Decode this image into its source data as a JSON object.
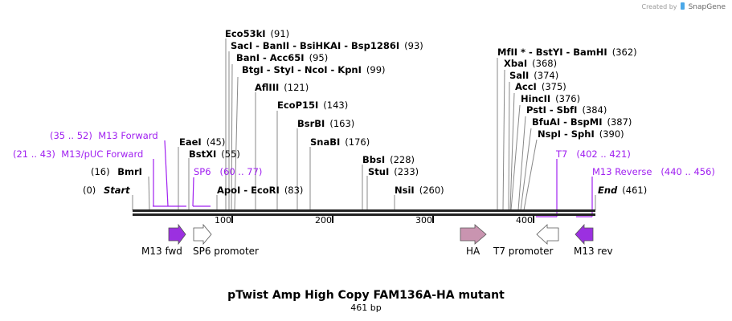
{
  "credit": {
    "prefix": "Created by",
    "brand": "SnapGene"
  },
  "map": {
    "title": "pTwist Amp High Copy FAM136A-HA mutant",
    "length_label": "461 bp",
    "length_bp": 461,
    "ticks": [
      "100",
      "200",
      "300",
      "400"
    ],
    "ends": [
      {
        "pos": "(0)",
        "name": "Start"
      },
      {
        "pos": "(461)",
        "name": "End"
      }
    ],
    "sites": [
      {
        "names": "Eco53kI",
        "pos": "(91)"
      },
      {
        "names": "SacI  -  BanII  -  BsiHKAI  -  Bsp1286I",
        "pos": "(93)"
      },
      {
        "names": "BanI  -  Acc65I",
        "pos": "(95)"
      },
      {
        "names": "BtgI  -  StyI  -  NcoI  -  KpnI",
        "pos": "(99)"
      },
      {
        "names": "AflIII",
        "pos": "(121)"
      },
      {
        "names": "EcoP15I",
        "pos": "(143)"
      },
      {
        "names": "BsrBI",
        "pos": "(163)"
      },
      {
        "names": "SnaBI",
        "pos": "(176)"
      },
      {
        "names": "EaeI",
        "pos": "(45)"
      },
      {
        "names": "BstXI",
        "pos": "(55)"
      },
      {
        "names": "BmrI",
        "pos": "(16)"
      },
      {
        "names": "ApoI  -  EcoRI",
        "pos": "(83)"
      },
      {
        "names": "BbsI",
        "pos": "(228)"
      },
      {
        "names": "StuI",
        "pos": "(233)"
      },
      {
        "names": "NsiI",
        "pos": "(260)"
      },
      {
        "names": "MfII *  -  BstYI  -  BamHI",
        "pos": "(362)"
      },
      {
        "names": "XbaI",
        "pos": "(368)"
      },
      {
        "names": "SalI",
        "pos": "(374)"
      },
      {
        "names": "AccI",
        "pos": "(375)"
      },
      {
        "names": "HincII",
        "pos": "(376)"
      },
      {
        "names": "PstI  -  SbfI",
        "pos": "(384)"
      },
      {
        "names": "BfuAI  -  BspMI",
        "pos": "(387)"
      },
      {
        "names": "NspI  -  SphI",
        "pos": "(390)"
      }
    ],
    "primers": [
      {
        "name": "M13 Forward",
        "range": "(35 .. 52)"
      },
      {
        "name": "M13/pUC Forward",
        "range": "(21 .. 43)"
      },
      {
        "name": "SP6",
        "range": "(60 .. 77)"
      },
      {
        "name": "T7",
        "range": "(402 .. 421)"
      },
      {
        "name": "M13 Reverse",
        "range": "(440 .. 456)"
      }
    ],
    "features": [
      {
        "name": "M13 fwd",
        "color": "#9b30e0",
        "direction": "right"
      },
      {
        "name": "SP6 promoter",
        "color": "#ffffff",
        "direction": "right"
      },
      {
        "name": "HA",
        "color": "#c994b0",
        "direction": "right"
      },
      {
        "name": "T7 promoter",
        "color": "#ffffff",
        "direction": "left"
      },
      {
        "name": "M13 rev",
        "color": "#9b30e0",
        "direction": "left"
      }
    ],
    "colors": {
      "primer": "#a020f0",
      "backbone": "#222222",
      "site_line": "#888888"
    }
  }
}
